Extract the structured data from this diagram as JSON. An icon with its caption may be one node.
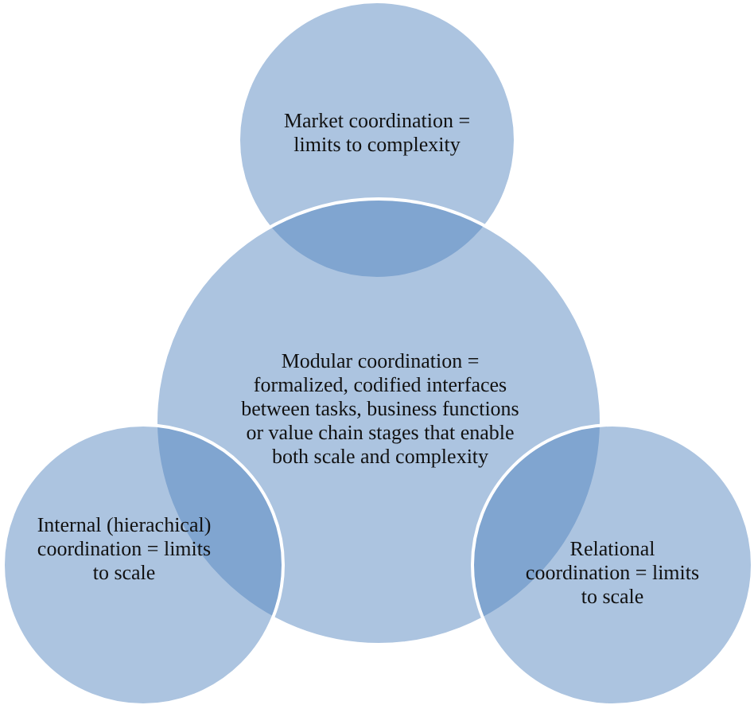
{
  "diagram": {
    "nodes": [
      {
        "text": [
          "Market coordination = limits to complexity"
        ]
      },
      {
        "text": [
          "Modular coordination = formalized, codified interfaces between tasks, business functions or value chain stages that enable both scale and complexity"
        ]
      },
      {
        "text": [
          "Internal (hierachical) coordination = limits to scale"
        ]
      },
      {
        "text": [
          "Relational coordination = limits to scale"
        ]
      }
    ]
  }
}
